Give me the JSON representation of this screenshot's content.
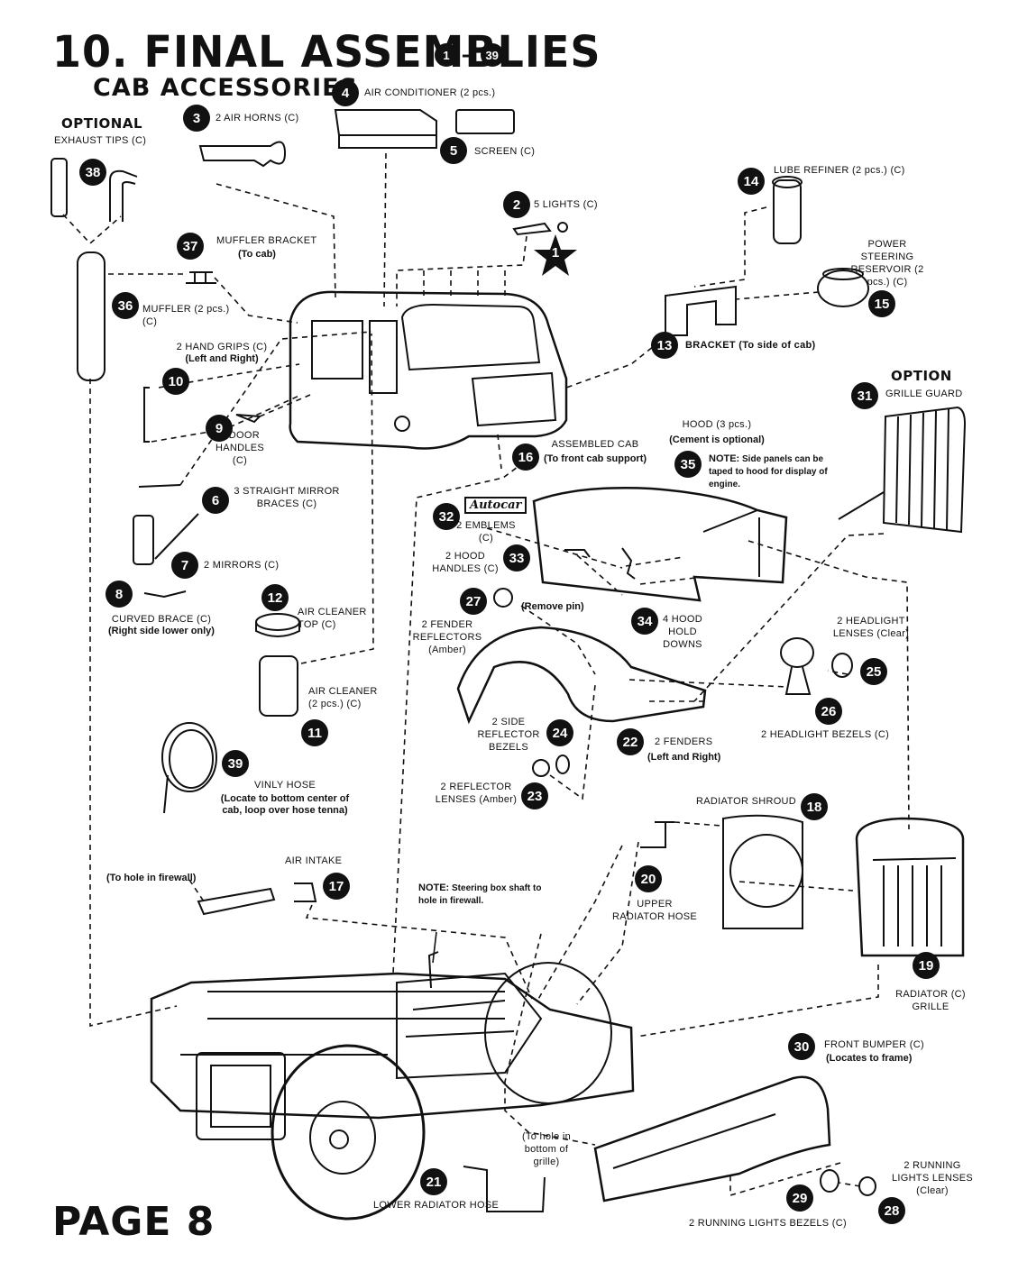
{
  "header": {
    "title": "10. FINAL ASSEMBLIES",
    "range_start": "1",
    "range_end": "39",
    "subtitle": "CAB ACCESSORIES"
  },
  "page_label": "PAGE 8",
  "optional_heading": "OPTIONAL",
  "option_heading": "OPTION",
  "emblem_text": "Autocar",
  "parts": [
    {
      "num": "1",
      "label": "",
      "sub": ""
    },
    {
      "num": "2",
      "label": "5 LIGHTS (C)",
      "sub": ""
    },
    {
      "num": "3",
      "label": "2 AIR HORNS (C)",
      "sub": ""
    },
    {
      "num": "4",
      "label": "AIR CONDITIONER (2 pcs.)",
      "sub": ""
    },
    {
      "num": "5",
      "label": "SCREEN (C)",
      "sub": ""
    },
    {
      "num": "6",
      "label": "3 STRAIGHT MIRROR BRACES (C)",
      "sub": ""
    },
    {
      "num": "7",
      "label": "2 MIRRORS (C)",
      "sub": ""
    },
    {
      "num": "8",
      "label": "CURVED BRACE (C)",
      "sub": "(Right side lower only)"
    },
    {
      "num": "9",
      "label": "2 DOOR HANDLES (C)",
      "sub": ""
    },
    {
      "num": "10",
      "label": "2 HAND GRIPS (C)",
      "sub": "(Left and Right)"
    },
    {
      "num": "11",
      "label": "AIR CLEANER (2 pcs.) (C)",
      "sub": ""
    },
    {
      "num": "12",
      "label": "AIR CLEANER TOP (C)",
      "sub": ""
    },
    {
      "num": "13",
      "label": "BRACKET (To side of cab)",
      "sub": ""
    },
    {
      "num": "14",
      "label": "LUBE REFINER (2 pcs.) (C)",
      "sub": ""
    },
    {
      "num": "15",
      "label": "POWER STEERING RESERVOIR (2 pcs.) (C)",
      "sub": ""
    },
    {
      "num": "16",
      "label": "ASSEMBLED CAB",
      "sub": "(To front cab support)"
    },
    {
      "num": "17",
      "label": "AIR INTAKE",
      "sub": ""
    },
    {
      "num": "18",
      "label": "RADIATOR SHROUD",
      "sub": ""
    },
    {
      "num": "19",
      "label": "RADIATOR (C) GRILLE",
      "sub": ""
    },
    {
      "num": "20",
      "label": "UPPER RADIATOR HOSE",
      "sub": ""
    },
    {
      "num": "21",
      "label": "LOWER RADIATOR HOSE",
      "sub": ""
    },
    {
      "num": "22",
      "label": "2 FENDERS",
      "sub": "(Left and Right)"
    },
    {
      "num": "23",
      "label": "2 REFLECTOR LENSES (Amber)",
      "sub": ""
    },
    {
      "num": "24",
      "label": "2 SIDE REFLECTOR BEZELS",
      "sub": ""
    },
    {
      "num": "25",
      "label": "2 HEADLIGHT LENSES (Clear)",
      "sub": ""
    },
    {
      "num": "26",
      "label": "2 HEADLIGHT BEZELS (C)",
      "sub": ""
    },
    {
      "num": "27",
      "label": "2 FENDER REFLECTORS (Amber)",
      "sub": "(Remove pin)"
    },
    {
      "num": "28",
      "label": "2 RUNNING LIGHTS LENSES (Clear)",
      "sub": ""
    },
    {
      "num": "29",
      "label": "2 RUNNING LIGHTS BEZELS (C)",
      "sub": ""
    },
    {
      "num": "30",
      "label": "FRONT BUMPER (C)",
      "sub": "(Locates to frame)"
    },
    {
      "num": "31",
      "label": "GRILLE GUARD",
      "sub": ""
    },
    {
      "num": "32",
      "label": "2 EMBLEMS (C)",
      "sub": ""
    },
    {
      "num": "33",
      "label": "2 HOOD HANDLES (C)",
      "sub": ""
    },
    {
      "num": "34",
      "label": "4 HOOD HOLD DOWNS",
      "sub": ""
    },
    {
      "num": "35",
      "label": "HOOD (3 pcs.)",
      "sub": "(Cement is optional)"
    },
    {
      "num": "36",
      "label": "MUFFLER (2 pcs.) (C)",
      "sub": ""
    },
    {
      "num": "37",
      "label": "MUFFLER BRACKET",
      "sub": "(To cab)"
    },
    {
      "num": "38",
      "label": "EXHAUST TIPS (C)",
      "sub": ""
    },
    {
      "num": "39",
      "label": "VINLY HOSE",
      "sub": "(Locate to bottom center of cab, loop over hose tenna)"
    }
  ],
  "notes": {
    "hood_label": "NOTE:",
    "hood_text": "Side panels can be taped to hood for display of engine.",
    "steering_label": "NOTE:",
    "steering_text": "Steering box shaft to hole in firewall."
  },
  "callouts": {
    "firewall_hole": "(To hole in firewall)",
    "grille_hole": "(To hole in bottom of grille)"
  }
}
